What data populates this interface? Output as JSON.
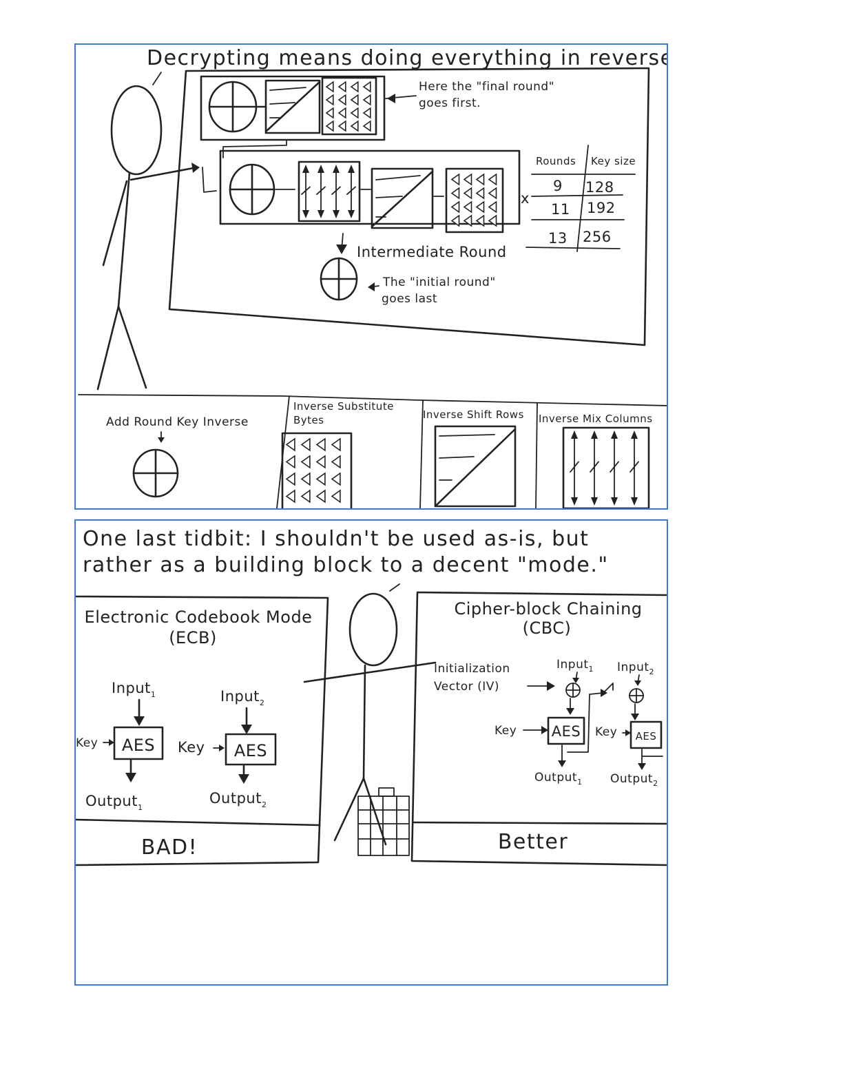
{
  "top": {
    "title": "Decrypting means doing everything in reverse",
    "note_final_1": "Here the \"final round\"",
    "note_final_2": "goes first.",
    "table": {
      "header_rounds": "Rounds",
      "header_keysize": "Key size",
      "rows": [
        {
          "rounds": "9",
          "keysize": "128"
        },
        {
          "rounds": "11",
          "keysize": "192"
        },
        {
          "rounds": "13",
          "keysize": "256"
        }
      ]
    },
    "times_symbol": "x",
    "intermediate_label": "Intermediate Round",
    "note_initial_1": "The \"initial round\"",
    "note_initial_2": "goes last",
    "legend": {
      "add_round_key": "Add Round Key Inverse",
      "sub_bytes_1": "Inverse Substitute",
      "sub_bytes_2": "Bytes",
      "shift_rows": "Inverse Shift Rows",
      "mix_columns": "Inverse Mix Columns"
    }
  },
  "bottom": {
    "title_1": "One last tidbit: I shouldn't be used as-is, but",
    "title_2": "rather as a building block to a decent \"mode.\"",
    "ecb": {
      "title_1": "Electronic Codebook Mode",
      "title_2": "(ECB)",
      "input": "Input",
      "output": "Output",
      "key": "Key",
      "aes": "AES",
      "sub1": "1",
      "sub2": "2",
      "verdict": "BAD!"
    },
    "cbc": {
      "title_1": "Cipher-block Chaining",
      "title_2": "(CBC)",
      "iv_1": "Initialization",
      "iv_2": "Vector (IV)",
      "input": "Input",
      "output": "Output",
      "key": "Key",
      "aes": "AES",
      "sub1": "1",
      "sub2": "2",
      "verdict": "Better"
    }
  }
}
